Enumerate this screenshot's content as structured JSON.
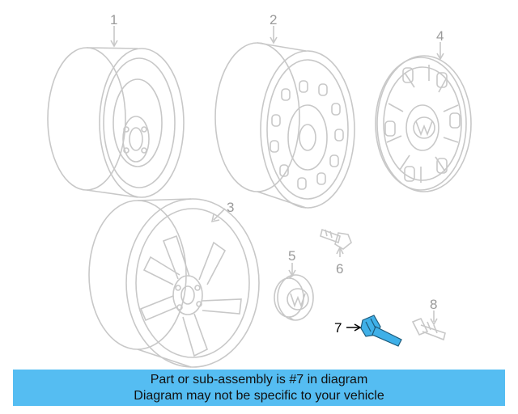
{
  "callouts": {
    "c1": "1",
    "c2": "2",
    "c3": "3",
    "c4": "4",
    "c5": "5",
    "c6": "6",
    "c7": "7",
    "c8": "8"
  },
  "banner": {
    "line1": "Part or sub-assembly is #7 in diagram",
    "line2": "Diagram may not be specific to your vehicle"
  },
  "colors": {
    "line": "#c8c8c8",
    "highlight_part": "#3fb0e8",
    "banner_bg": "#55bdf2"
  },
  "icons": {
    "vw_logo": "vw-logo-icon"
  }
}
